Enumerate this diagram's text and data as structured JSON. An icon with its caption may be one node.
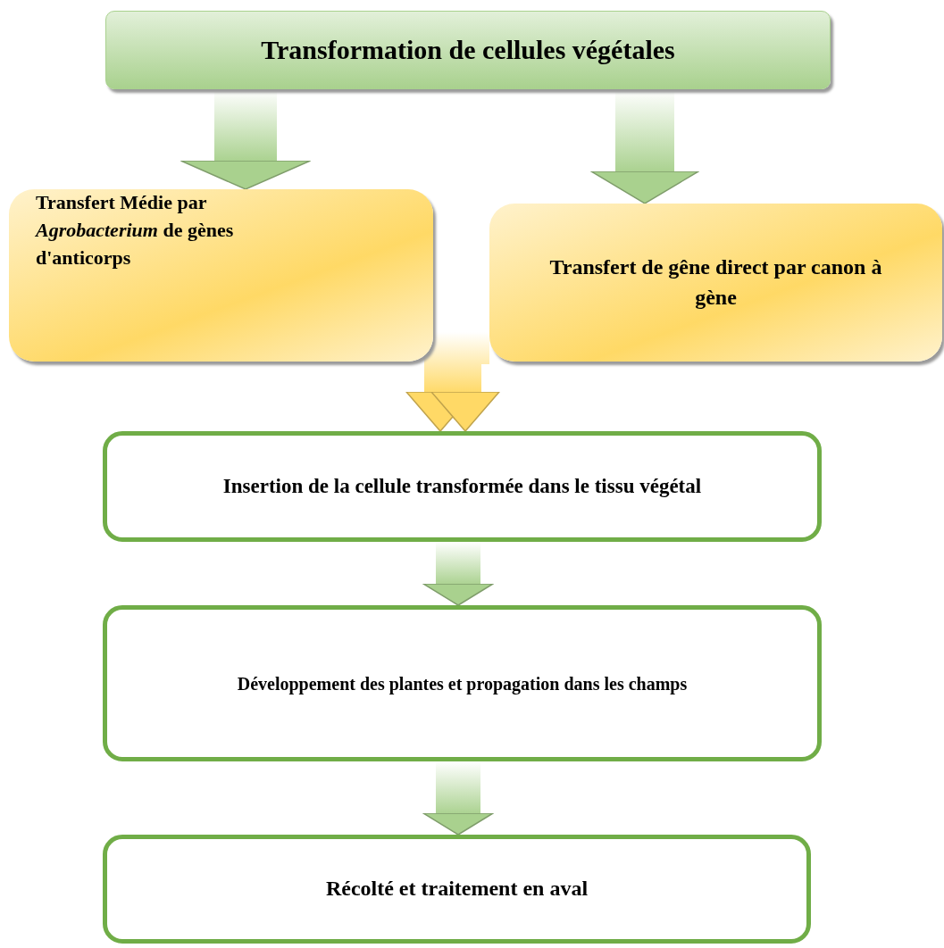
{
  "diagram": {
    "nodes": [
      {
        "text": [
          "Transformation de cellules végétales"
        ]
      },
      {
        "text": [
          "Transfert Médie par *Agrobacterium* de gènes d'anticorps"
        ]
      },
      {
        "text": [
          "Transfert de gêne direct par canon à gène"
        ]
      },
      {
        "text": [
          "Insertion de la cellule transformée dans le tissu végétal"
        ]
      },
      {
        "text": [
          "Développement des plantes et propagation dans les champs"
        ]
      },
      {
        "text": [
          "Récolté et traitement en aval"
        ]
      }
    ],
    "edges": [
      {
        "from": 0,
        "to": 1,
        "arrow": "to"
      },
      {
        "from": 0,
        "to": 2,
        "arrow": "to"
      },
      {
        "from": 1,
        "to": 3,
        "arrow": "to",
        "color": "#ffd966"
      },
      {
        "from": 2,
        "to": 3,
        "arrow": "to",
        "color": "#ffd966"
      },
      {
        "from": 3,
        "to": 4,
        "arrow": "to"
      },
      {
        "from": 4,
        "to": 5,
        "arrow": "to"
      }
    ]
  }
}
